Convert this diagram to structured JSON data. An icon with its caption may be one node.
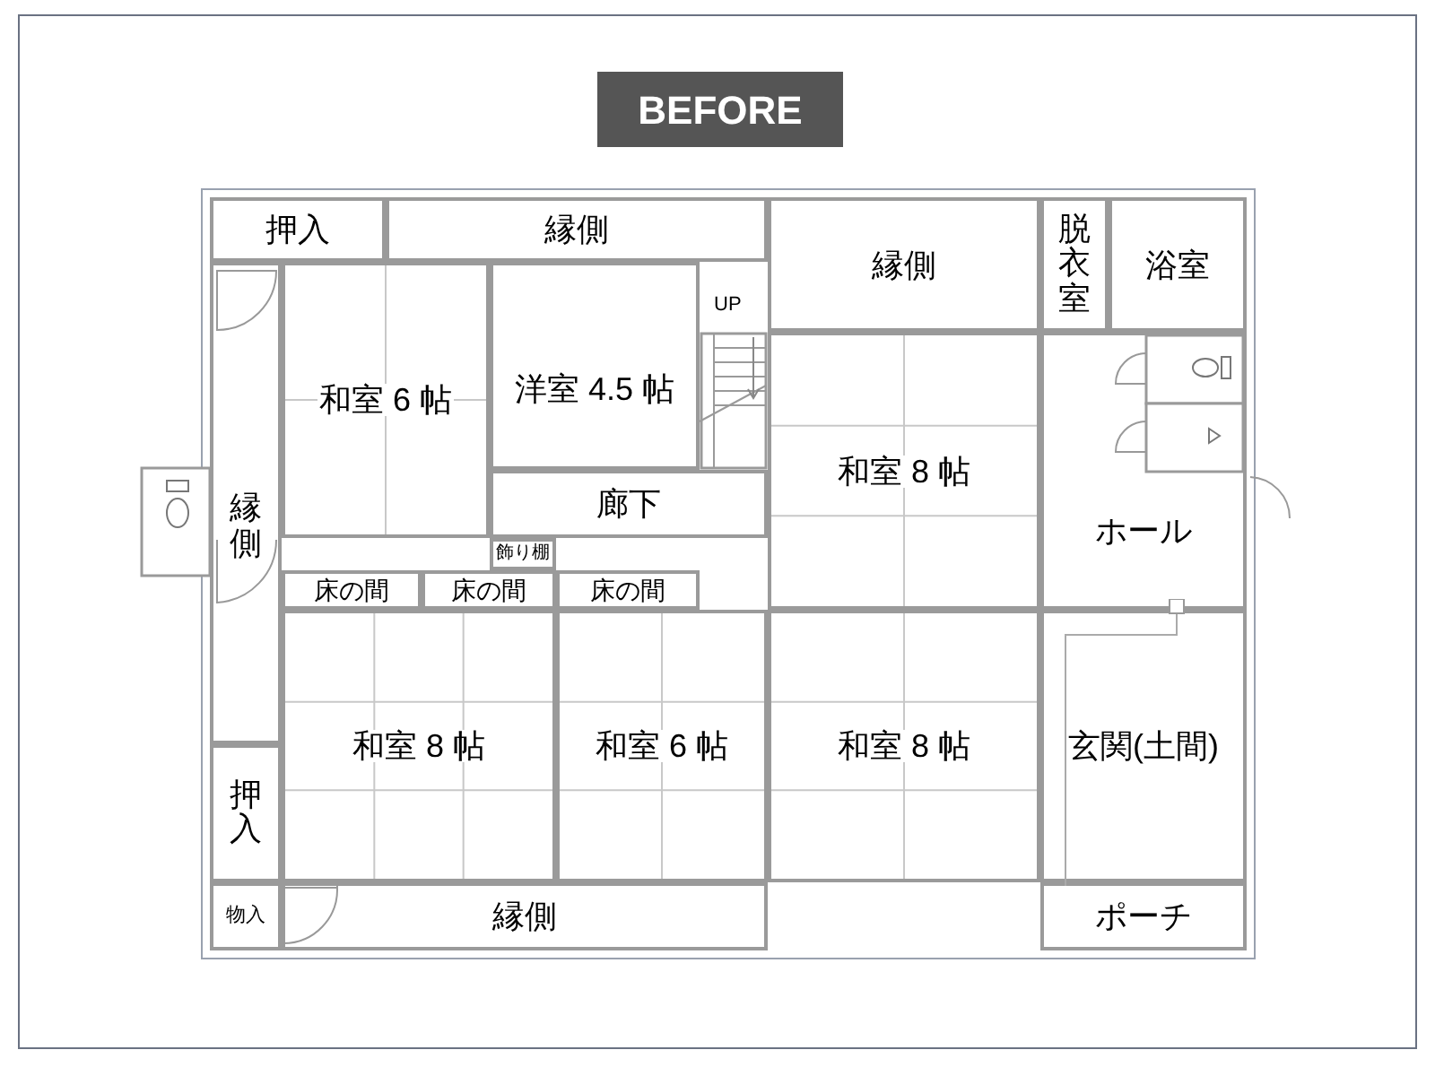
{
  "diagram": {
    "title": "BEFORE",
    "nodes": [
      {
        "text": [
          "押入"
        ]
      },
      {
        "text": [
          "縁側"
        ]
      },
      {
        "text": [
          "縁側"
        ]
      },
      {
        "text": [
          "脱衣室"
        ]
      },
      {
        "text": [
          "浴室"
        ]
      },
      {
        "text": [
          "和室 6 帖"
        ]
      },
      {
        "text": [
          "洋室 4.5 帖"
        ]
      },
      {
        "text": [
          "和室 8 帖"
        ]
      },
      {
        "text": [
          "ホール"
        ]
      },
      {
        "text": [
          "縁側"
        ]
      },
      {
        "text": [
          "廊下"
        ]
      },
      {
        "text": [
          "飾り棚"
        ]
      },
      {
        "text": [
          "床の間"
        ]
      },
      {
        "text": [
          "床の間"
        ]
      },
      {
        "text": [
          "床の間"
        ]
      },
      {
        "text": [
          "和室 8 帖"
        ]
      },
      {
        "text": [
          "和室 6 帖"
        ]
      },
      {
        "text": [
          "和室 8 帖"
        ]
      },
      {
        "text": [
          "玄関(土間)"
        ]
      },
      {
        "text": [
          "押入"
        ]
      },
      {
        "text": [
          "物入"
        ]
      },
      {
        "text": [
          "縁側"
        ]
      },
      {
        "text": [
          "ポーチ"
        ]
      }
    ],
    "labels": [
      "UP"
    ]
  }
}
